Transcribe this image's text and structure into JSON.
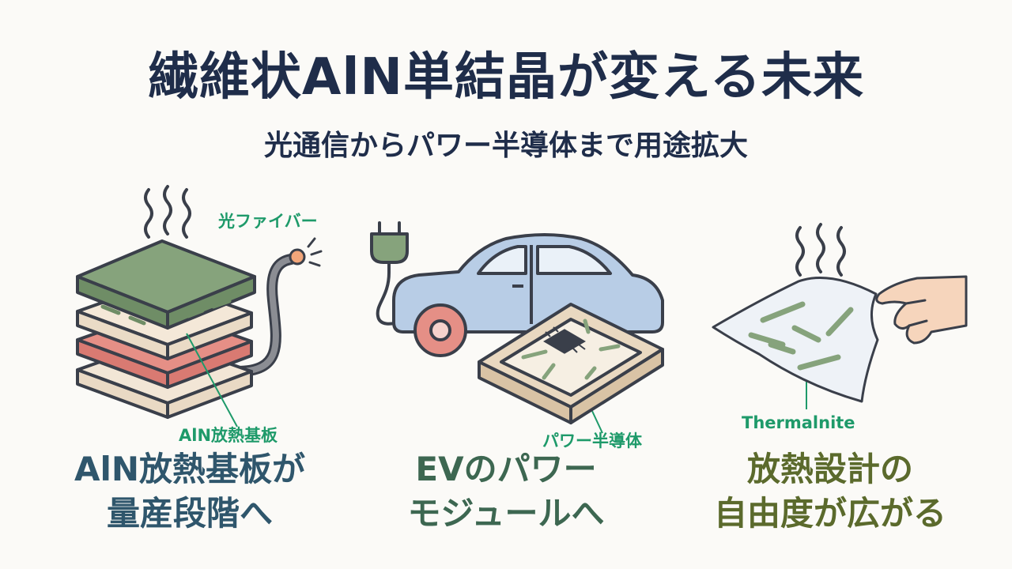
{
  "header": {
    "title": "繊維状AlN単結晶が変える未来",
    "subtitle": "光通信からパワー半導体まで用途拡大"
  },
  "callouts": {
    "fiber": "光ファイバー",
    "substrate": "AlN放熱基板",
    "power_semi": "パワー半導体",
    "thermalnite": "Thermalnite"
  },
  "captions": {
    "left": [
      "AlN放熱基板が",
      "量産段階へ"
    ],
    "center": [
      "EVのパワー",
      "モジュールへ"
    ],
    "right": [
      "放熱設計の",
      "自由度が広がる"
    ]
  },
  "colors": {
    "title": "#1f2d4a",
    "callout": "#1e9a6a",
    "caption_left": "#2f566c",
    "caption_center": "#3d6751",
    "caption_right": "#5b6a2c",
    "substrate_top": "#86a37c",
    "substrate_red": "#e58f86",
    "car_body": "#b8cde6"
  },
  "icons": [
    "heat-waves-icon",
    "optical-fiber-icon",
    "substrate-stack-icon",
    "plug-icon",
    "car-icon",
    "power-module-icon",
    "chip-icon",
    "flexible-sheet-icon",
    "hand-icon"
  ]
}
